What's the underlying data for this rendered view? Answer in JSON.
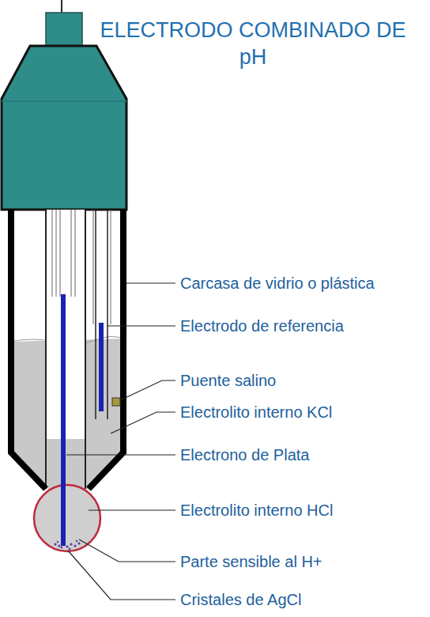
{
  "diagram": {
    "title": "ELECTRODO COMBINADO DE pH",
    "labels": [
      "Carcasa de vidrio o plástica",
      "Electrodo de referencia",
      "Puente salino",
      "Electrolito interno KCl",
      "Electrono de Plata",
      "Electrolito interno HCl",
      "Parte sensible al H+",
      "Cristales de AgCl"
    ]
  }
}
